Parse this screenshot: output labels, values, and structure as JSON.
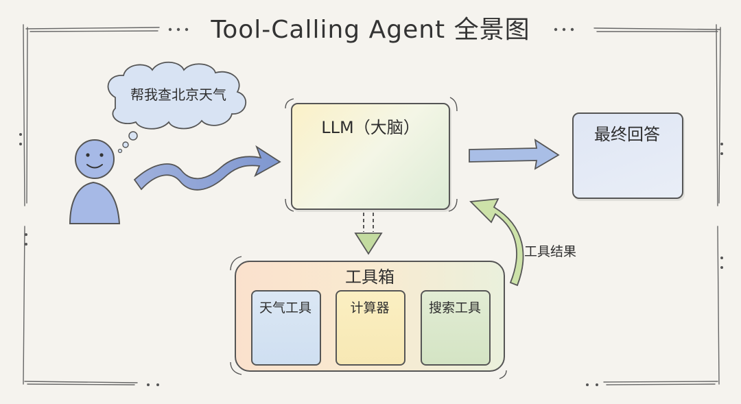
{
  "title": "Tool-Calling Agent 全景图",
  "user_thought": "帮我查北京天气",
  "llm": {
    "label": "LLM（大脑）",
    "icon": "brain-icon"
  },
  "final_answer": {
    "label": "最终回答",
    "icon": "checkmark-icon"
  },
  "toolbox": {
    "label": "工具箱",
    "tools": [
      {
        "label": "天气工具",
        "icon": "weather-sun-cloud-icon"
      },
      {
        "label": "计算器",
        "icon": "calculator-icon"
      },
      {
        "label": "搜索工具",
        "icon": "magnifier-icon"
      }
    ]
  },
  "result_label": "工具结果",
  "colors": {
    "paper": "#f5f3ee",
    "arrow_blue": "#8fa3d6",
    "arrow_green": "#b7d48f",
    "user_blue": "#a6b9e6"
  }
}
